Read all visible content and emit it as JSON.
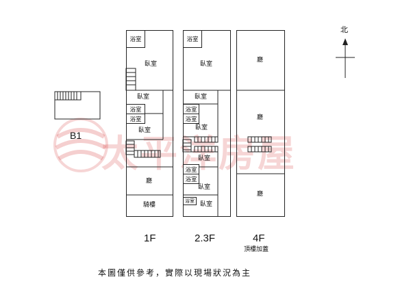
{
  "compass": {
    "label": "北"
  },
  "basement": {
    "label": "B1"
  },
  "watermark": {
    "text": "太平洋房屋"
  },
  "floors": {
    "f1": {
      "label": "1F",
      "rooms": {
        "bath_top": "浴室",
        "bedroom_top": "臥室",
        "bedroom_mid": "臥室",
        "bath_a": "浴室",
        "bath_b": "浴室",
        "bedroom_low": "臥室",
        "hall": "廳",
        "arcade": "騎樓"
      }
    },
    "f23": {
      "label": "2.3F",
      "rooms": {
        "bath_top": "浴室",
        "bedroom_top": "臥室",
        "bedroom_1": "臥室",
        "bath_a": "浴室",
        "bath_b": "浴室",
        "bedroom_2": "臥室",
        "bedroom_3": "臥室",
        "bath_c": "浴室",
        "bath_d": "浴室",
        "bedroom_4": "臥室",
        "bath_e": "浴室",
        "bedroom_5": "臥室"
      }
    },
    "f4": {
      "label": "4F",
      "sublabel": "頂樓加蓋",
      "rooms": {
        "hall_1": "廳",
        "hall_2": "廳",
        "hall_3": "廳"
      }
    }
  },
  "footer_note": "本圖僅供參考，實際以現場狀況為主"
}
